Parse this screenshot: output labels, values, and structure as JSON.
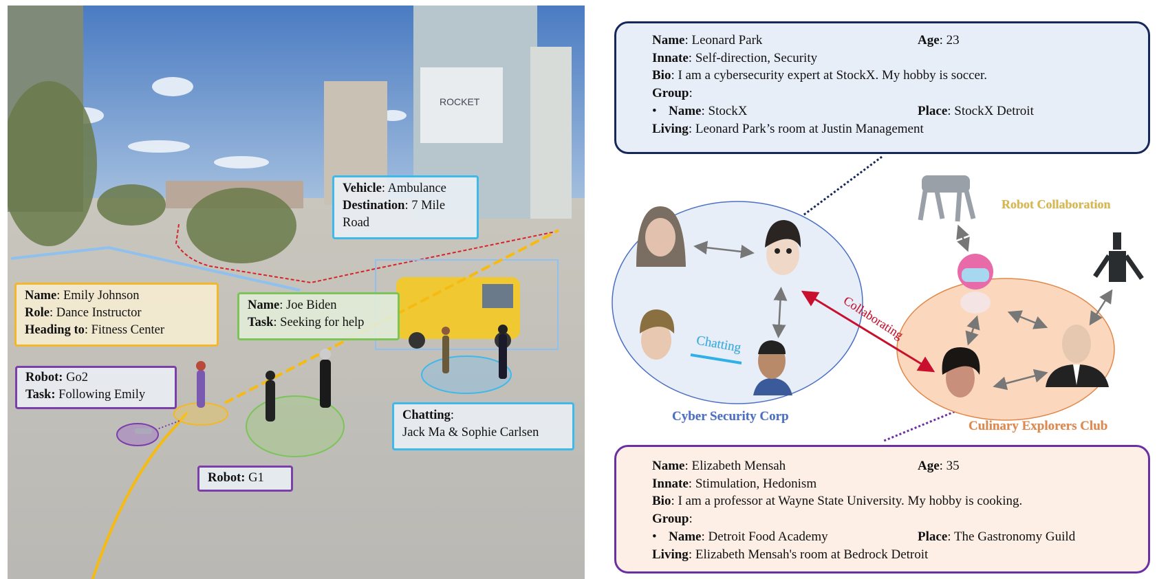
{
  "scene": {
    "labels": {
      "vehicle": {
        "k1": "Vehicle",
        "v1": ": Ambulance",
        "k2": "Destination",
        "v2": ": 7 Mile Road"
      },
      "emily": {
        "k1": "Name",
        "v1": ": Emily Johnson",
        "k2": "Role",
        "v2": ": Dance Instructor",
        "k3": "Heading to",
        "v3": ": Fitness Center"
      },
      "joe": {
        "k1": "Name",
        "v1": ": Joe Biden",
        "k2": "Task",
        "v2": ": Seeking for help"
      },
      "go2": {
        "k1": "Robot:",
        "v1": " Go2",
        "k2": "Task:",
        "v2": " Following Emily"
      },
      "chatting": {
        "k1": "Chatting",
        "v1": ":",
        "v2": "Jack Ma & Sophie Carlsen"
      },
      "g1": {
        "k1": "Robot:",
        "v1": " G1"
      }
    },
    "billboard_text": "ROCKET",
    "colors": {
      "vehicle": "#3fb8ea",
      "emily": "#f2b72a",
      "joe": "#7cc35a",
      "robot": "#7a3fa8",
      "chatting": "#3fb8ea",
      "path": "#f6bb12",
      "route": "#d8222a"
    }
  },
  "top_card": {
    "name_k": "Name",
    "name_v": ": Leonard Park",
    "age_k": "Age",
    "age_v": ": 23",
    "innate_k": "Innate",
    "innate_v": ": Self-direction, Security",
    "bio_k": "Bio",
    "bio_v": ": I am a cybersecurity expert at StockX. My hobby is soccer.",
    "group_k": "Group",
    "group_v": ":",
    "bullet": "•",
    "gname_k": "Name",
    "gname_v": ": StockX",
    "place_k": "Place",
    "place_v": ": StockX Detroit",
    "living_k": "Living",
    "living_v": ": Leonard Park’s room at Justin Management"
  },
  "bottom_card": {
    "name_k": "Name",
    "name_v": ": Elizabeth Mensah",
    "age_k": "Age",
    "age_v": ": 35",
    "innate_k": "Innate",
    "innate_v": ": Stimulation, Hedonism",
    "bio_k": "Bio",
    "bio_v": ": I am a professor at Wayne State University. My hobby is cooking.",
    "group_k": "Group",
    "group_v": ":",
    "bullet": "•",
    "gname_k": "Name",
    "gname_v": ": Detroit Food Academy",
    "place_k": "Place",
    "place_v": ": The Gastronomy Guild",
    "living_k": "Living",
    "living_v": ": Elizabeth Mensah's room at Bedrock Detroit"
  },
  "graph": {
    "group1": "Cyber Security Corp",
    "group2": "Culinary Explorers Club",
    "robot_collab": "Robot Collaboration",
    "chatting": "Chatting",
    "collaborating": "Collaborating",
    "colors": {
      "group1": "#4a6fc4",
      "group2": "#e0884a",
      "robot": "#d9b848",
      "chat": "#2fb0e6",
      "collab": "#c8102e",
      "top_border": "#16285a",
      "bottom_border": "#6a2fa0"
    }
  }
}
